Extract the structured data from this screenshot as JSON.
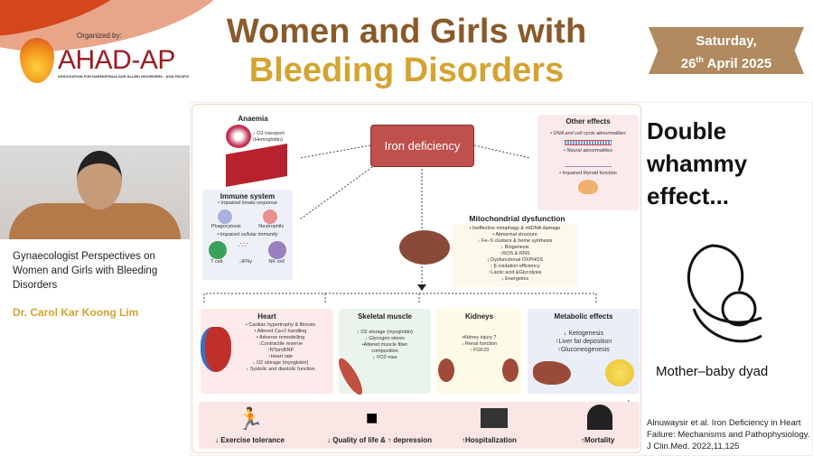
{
  "header": {
    "organized_by": "Organized by:",
    "logo_text": "AHAD-AP",
    "logo_subtitle": "ASSOCIATION FOR HAEMOPHILIA AND ALLIED DISORDERS - ASIA PACIFIC",
    "title_line1": "Women and Girls with",
    "title_line2": "Bleeding Disorders",
    "date_line1": "Saturday,",
    "date_day": "26",
    "date_sup": "th",
    "date_rest": " April 2025"
  },
  "sidebar": {
    "session_title": "Gynaecologist Perspectives on Women and Girls with Bleeding Disorders",
    "speaker": "Dr. Carol Kar Koong Lim"
  },
  "diagram": {
    "center": "Iron deficiency",
    "anaemia": {
      "title": "Anaemia",
      "text": "↓ O2 transport (Hemoglobin)"
    },
    "immune": {
      "title": "Immune system",
      "items": [
        "• Impaired innate response",
        "Phagocytosis",
        "Neutrophils",
        "• Impaired cellular immunity",
        "T cell",
        "↓IFNγ",
        "NK cell"
      ]
    },
    "other": {
      "title": "Other effects",
      "items": [
        "• DNA and cell cycle abnormalities",
        "• Neural abnormalities",
        "• Impaired thyroid function"
      ]
    },
    "mito": {
      "title": "Mitochondrial dysfunction",
      "items": [
        "• Ineffective mitophagy & mtDNA damage",
        "• Abnormal structure",
        "↓ Fe–S clusters & heme synthesis",
        "↓ Biogenesis",
        "↑ROS & RNS",
        "↓ Dysfunctional OXPHOS",
        "↓ β oxidation efficiency",
        "↑Lactic acid &Glycolysis",
        "↓ Energetics"
      ]
    },
    "heart": {
      "title": "Heart",
      "items": [
        "• Cardiac hypertrophy & fibrosis",
        "• Altered Ca+2 handling",
        "• Adverse remodelling",
        "↓Contractile reserve",
        "↑NTproBNP",
        "↑Heart rate",
        "↓ O2 storage (myoglobin)",
        "↓ Systolic and diastolic function"
      ]
    },
    "muscle": {
      "title": "Skeletal muscle",
      "items": [
        "↓ O2 storage (myoglobin)",
        "↓ Glycogen stores",
        "•Altered muscle fiber composition",
        "↓ VO2 max"
      ]
    },
    "kidneys": {
      "title": "Kidneys",
      "items": [
        "•Kidney injury ?",
        "↓ Renal function",
        "↑ FGF23"
      ]
    },
    "metabolic": {
      "title": "Metabolic effects",
      "items": [
        "↓ Ketogenesis",
        "↑Liver fat deposition",
        "↑Gluconeogenesis"
      ]
    },
    "outcomes": [
      "↓  Exercise tolerance",
      "↓ Quality of life & ↑ depression",
      "↑Hospitalization",
      "↑Mortality"
    ]
  },
  "right": {
    "heading": "Double whammy effect...",
    "dyad_label": "Mother–baby dyad",
    "citation": "Alnuwaysir et al. Iron Deficiency in Heart Failure: Mechanisms and Pathophysiology. J Clin.Med. 2022,11,125"
  }
}
